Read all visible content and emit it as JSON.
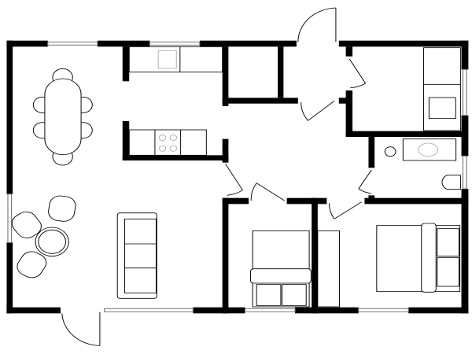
{
  "plan": {
    "colors": {
      "wall": "#000000",
      "window": "#777777",
      "fixture": "#aaaaaa",
      "background": "#ffffff"
    },
    "rooms": [
      "living-dining",
      "kitchen",
      "closet",
      "hall",
      "bedroom-single-top",
      "bathroom",
      "bedroom-single",
      "bedroom-double"
    ]
  }
}
